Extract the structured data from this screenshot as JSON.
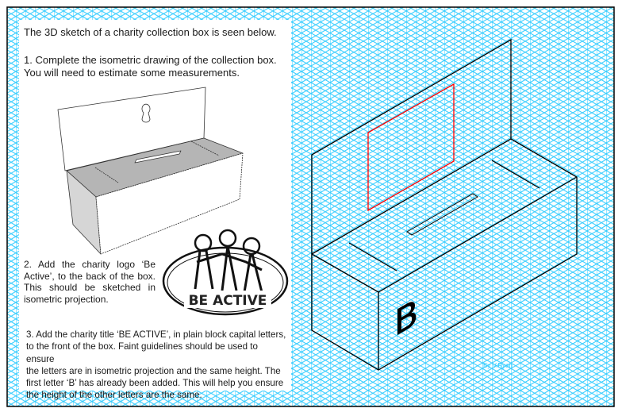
{
  "worksheet": {
    "intro": "The 3D sketch of a charity collection box is seen below.",
    "step1": [
      "1. Complete the isometric drawing of the collection box.",
      "You will need to estimate some measurements."
    ],
    "step2": "2. Add the charity logo ‘Be Active’, to the back of the box. This should be sketched in isometric projection.",
    "step3": [
      "3. Add the charity title ‘BE ACTIVE’, in plain block capital letters,",
      "to the front of the box. Faint guidelines should be used to ensure",
      "the letters are in isometric projection and the same height. The",
      "first letter ‘B’ has already been added. This will help you ensure",
      "the height of the other letters are the same."
    ],
    "logo_text": "BE ACTIVE",
    "drawing_letter": "B",
    "credit": "By V.Ryan"
  },
  "colors": {
    "grid": "#33ccff",
    "logo_outline": "#ff0000",
    "lines": "#000000"
  }
}
